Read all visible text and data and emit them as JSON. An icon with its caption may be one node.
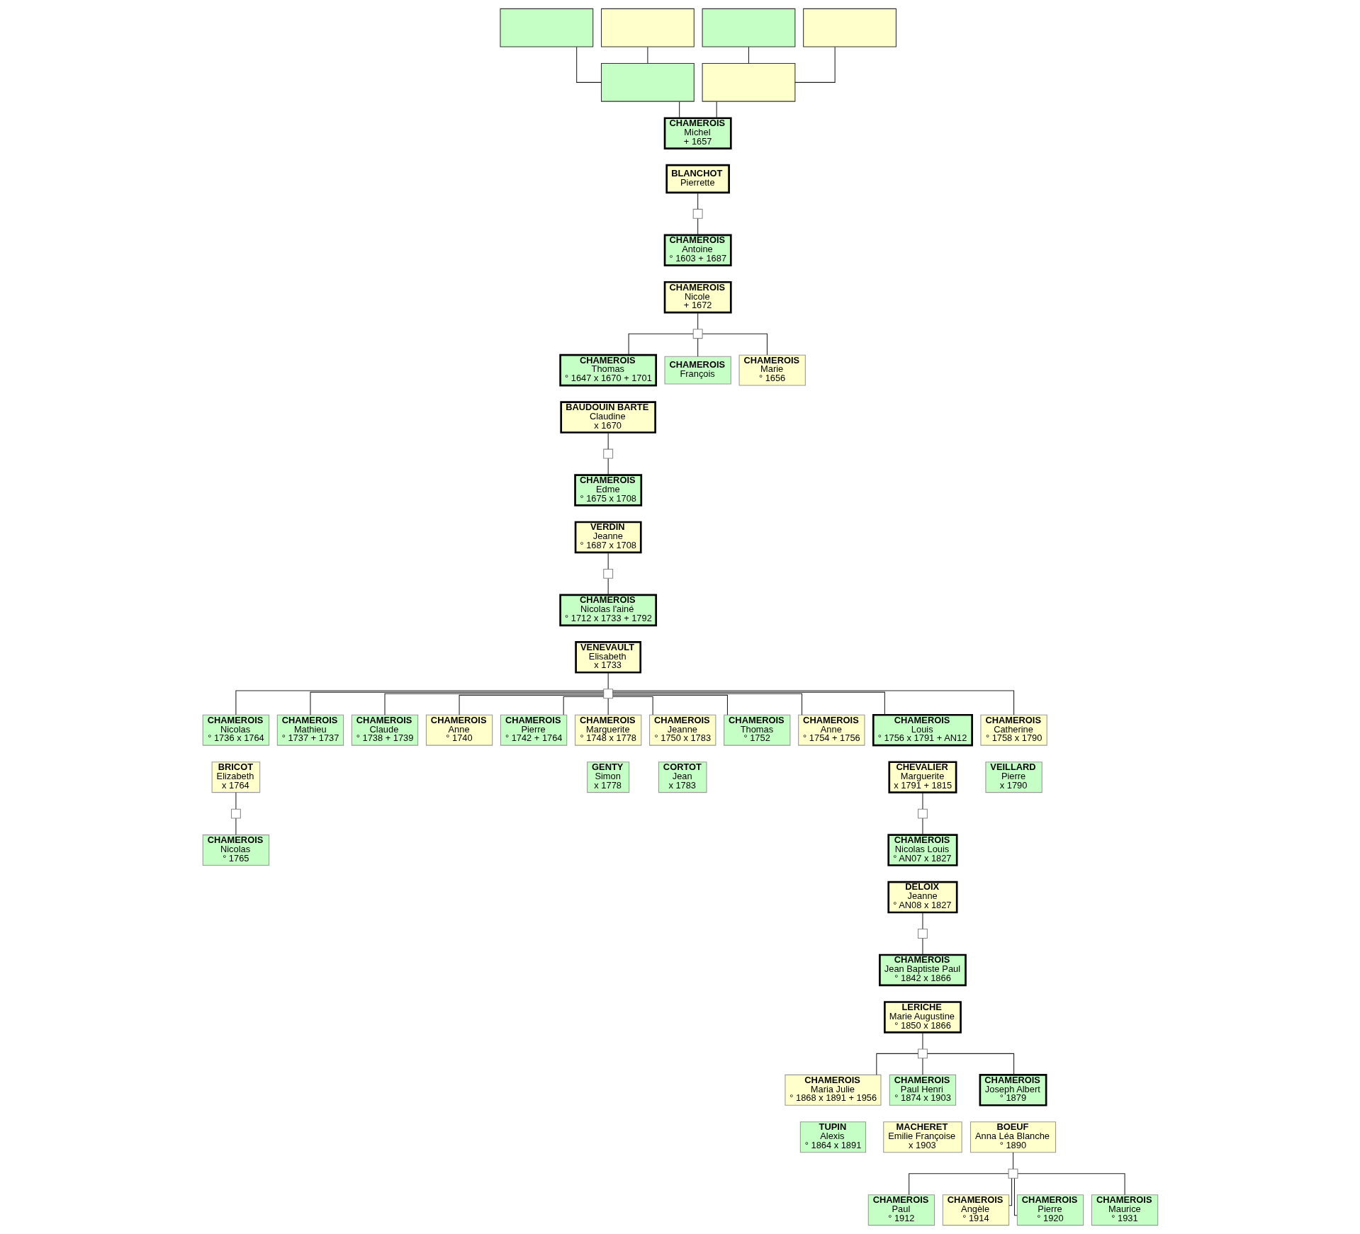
{
  "diagram": {
    "nodes": [
      {
        "text": [],
        "shape": "box"
      },
      {
        "text": [],
        "shape": "box"
      },
      {
        "text": [],
        "shape": "box"
      },
      {
        "text": [],
        "shape": "box"
      },
      {
        "text": [],
        "shape": "box"
      },
      {
        "text": [],
        "shape": "box"
      },
      {
        "text": [
          "CHAMEROIS",
          "Michel",
          "+ 1657"
        ]
      },
      {
        "text": [
          "BLANCHOT",
          "Pierrette"
        ]
      },
      {
        "text": [],
        "shape": "box"
      },
      {
        "text": [
          "CHAMEROIS",
          "Antoine",
          "° 1603 + 1687"
        ]
      },
      {
        "text": [
          "CHAMEROIS",
          "Nicole",
          "+ 1672"
        ]
      },
      {
        "text": [],
        "shape": "box"
      },
      {
        "text": [
          "CHAMEROIS",
          "Thomas",
          "° 1647 x 1670 + 1701"
        ]
      },
      {
        "text": [
          "BAUDOUIN BARTE",
          "Claudine",
          "x 1670"
        ]
      },
      {
        "text": [],
        "shape": "box"
      },
      {
        "text": [
          "CHAMEROIS",
          "Edme",
          "° 1675 x 1708"
        ]
      },
      {
        "text": [
          "VERDIN",
          "Jeanne",
          "° 1687 x 1708"
        ]
      },
      {
        "text": [],
        "shape": "box"
      },
      {
        "text": [
          "CHAMEROIS",
          "Nicolas l'ainé",
          "° 1712 x 1733 + 1792"
        ]
      },
      {
        "text": [
          "VENEVAULT",
          "Elisabeth",
          "x 1733"
        ]
      },
      {
        "text": [],
        "shape": "box"
      },
      {
        "text": [
          "CHAMEROIS",
          "Nicolas",
          "° 1736 x 1764"
        ]
      },
      {
        "text": [
          "BRICOT",
          "Elizabeth",
          "x 1764"
        ]
      },
      {
        "text": [],
        "shape": "box"
      },
      {
        "text": [
          "CHAMEROIS",
          "Nicolas",
          "° 1765"
        ]
      },
      {
        "text": [
          "CHAMEROIS",
          "Mathieu",
          "° 1737 + 1737"
        ]
      },
      {
        "text": [
          "CHAMEROIS",
          "Claude",
          "° 1738 + 1739"
        ]
      },
      {
        "text": [
          "CHAMEROIS",
          "Anne",
          "° 1740"
        ]
      },
      {
        "text": [
          "CHAMEROIS",
          "Pierre",
          "° 1742 + 1764"
        ]
      },
      {
        "text": [
          "CHAMEROIS",
          "Marguerite",
          "° 1748 x 1778"
        ]
      },
      {
        "text": [
          "GENTY",
          "Simon",
          "x 1778"
        ]
      },
      {
        "text": [
          "CHAMEROIS",
          "Jeanne",
          "° 1750 x 1783"
        ]
      },
      {
        "text": [
          "CORTOT",
          "Jean",
          "x 1783"
        ]
      },
      {
        "text": [
          "CHAMEROIS",
          "Thomas",
          "° 1752"
        ]
      },
      {
        "text": [
          "CHAMEROIS",
          "Anne",
          "° 1754 + 1756"
        ]
      },
      {
        "text": [
          "CHAMEROIS",
          "Louis",
          "° 1756 x 1791 + AN12"
        ]
      },
      {
        "text": [
          "CHEVALIER",
          "Marguerite",
          "x 1791 + 1815"
        ]
      },
      {
        "text": [
          "CHAMEROIS",
          "Catherine",
          "° 1758 x 1790"
        ]
      },
      {
        "text": [
          "VEILLARD",
          "Pierre",
          "x 1790"
        ]
      },
      {
        "text": [],
        "shape": "box"
      },
      {
        "text": [
          "CHAMEROIS",
          "Nicolas Louis",
          "° AN07 x 1827"
        ]
      },
      {
        "text": [
          "DELOIX",
          "Jeanne",
          "° AN08 x 1827"
        ]
      },
      {
        "text": [],
        "shape": "box"
      },
      {
        "text": [
          "CHAMEROIS",
          "Jean Baptiste Paul",
          "° 1842 x 1866"
        ]
      },
      {
        "text": [
          "LERICHE",
          "Marie Augustine",
          "° 1850 x 1866"
        ]
      },
      {
        "text": [],
        "shape": "box"
      },
      {
        "text": [
          "CHAMEROIS",
          "Maria Julie",
          "° 1868 x 1891 + 1956"
        ]
      },
      {
        "text": [
          "TUPIN",
          "Alexis",
          "° 1864 x 1891"
        ]
      },
      {
        "text": [
          "CHAMEROIS",
          "Paul Henri",
          "° 1874 x 1903"
        ]
      },
      {
        "text": [
          "MACHERET",
          "Emilie Françoise",
          "x 1903"
        ]
      },
      {
        "text": [
          "CHAMEROIS",
          "Joseph Albert",
          "° 1879"
        ]
      },
      {
        "text": [
          "BOEUF",
          "Anna Léa Blanche",
          "° 1890"
        ]
      },
      {
        "text": [],
        "shape": "box"
      },
      {
        "text": [
          "CHAMEROIS",
          "Paul",
          "° 1912"
        ]
      },
      {
        "text": [
          "CHAMEROIS",
          "Angèle",
          "° 1914"
        ]
      },
      {
        "text": [
          "CHAMEROIS",
          "Pierre",
          "° 1920"
        ]
      },
      {
        "text": [
          "CHAMEROIS",
          "Maurice",
          "° 1931"
        ]
      },
      {
        "text": [
          "CHAMEROIS",
          "François"
        ]
      },
      {
        "text": [
          "CHAMEROIS",
          "Marie",
          "° 1656"
        ]
      }
    ],
    "edges": [
      {
        "from": 0,
        "to": 4,
        "arrow": "none"
      },
      {
        "from": 1,
        "to": 4,
        "arrow": "none"
      },
      {
        "from": 2,
        "to": 5,
        "arrow": "none"
      },
      {
        "from": 3,
        "to": 5,
        "arrow": "none"
      },
      {
        "from": 4,
        "to": 6,
        "arrow": "none"
      },
      {
        "from": 5,
        "to": 6,
        "arrow": "none"
      },
      {
        "from": 7,
        "to": 8,
        "arrow": "none"
      },
      {
        "from": 8,
        "to": 9,
        "arrow": "none"
      },
      {
        "from": 10,
        "to": 11,
        "arrow": "none"
      },
      {
        "from": 11,
        "to": 12,
        "arrow": "none"
      },
      {
        "from": 11,
        "to": 57,
        "arrow": "none"
      },
      {
        "from": 11,
        "to": 58,
        "arrow": "none"
      },
      {
        "from": 13,
        "to": 14,
        "arrow": "none"
      },
      {
        "from": 14,
        "to": 15,
        "arrow": "none"
      },
      {
        "from": 16,
        "to": 17,
        "arrow": "none"
      },
      {
        "from": 17,
        "to": 18,
        "arrow": "none"
      },
      {
        "from": 19,
        "to": 20,
        "arrow": "none"
      },
      {
        "from": 20,
        "to": 21,
        "arrow": "none"
      },
      {
        "from": 20,
        "to": 25,
        "arrow": "none"
      },
      {
        "from": 20,
        "to": 26,
        "arrow": "none"
      },
      {
        "from": 20,
        "to": 27,
        "arrow": "none"
      },
      {
        "from": 20,
        "to": 28,
        "arrow": "none"
      },
      {
        "from": 20,
        "to": 29,
        "arrow": "none"
      },
      {
        "from": 20,
        "to": 31,
        "arrow": "none"
      },
      {
        "from": 20,
        "to": 33,
        "arrow": "none"
      },
      {
        "from": 20,
        "to": 34,
        "arrow": "none"
      },
      {
        "from": 20,
        "to": 35,
        "arrow": "none"
      },
      {
        "from": 20,
        "to": 37,
        "arrow": "none"
      },
      {
        "from": 22,
        "to": 23,
        "arrow": "none"
      },
      {
        "from": 23,
        "to": 24,
        "arrow": "none"
      },
      {
        "from": 36,
        "to": 39,
        "arrow": "none"
      },
      {
        "from": 39,
        "to": 40,
        "arrow": "none"
      },
      {
        "from": 41,
        "to": 42,
        "arrow": "none"
      },
      {
        "from": 42,
        "to": 43,
        "arrow": "none"
      },
      {
        "from": 44,
        "to": 45,
        "arrow": "none"
      },
      {
        "from": 45,
        "to": 46,
        "arrow": "none"
      },
      {
        "from": 45,
        "to": 48,
        "arrow": "none"
      },
      {
        "from": 45,
        "to": 50,
        "arrow": "none"
      },
      {
        "from": 51,
        "to": 52,
        "arrow": "none"
      },
      {
        "from": 52,
        "to": 53,
        "arrow": "none"
      },
      {
        "from": 52,
        "to": 54,
        "arrow": "none"
      },
      {
        "from": 52,
        "to": 55,
        "arrow": "none"
      },
      {
        "from": 52,
        "to": 56,
        "arrow": "none"
      }
    ]
  }
}
